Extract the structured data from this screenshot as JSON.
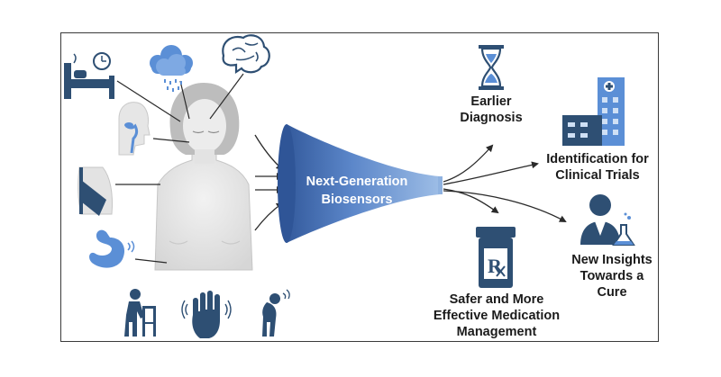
{
  "funnel": {
    "line1": "Next-Generation",
    "line2": "Biosensors"
  },
  "outcomes": {
    "earlier_diagnosis": [
      "Earlier",
      "Diagnosis"
    ],
    "clinical_trials": [
      "Identification for",
      "Clinical Trials"
    ],
    "cure": [
      "New Insights",
      "Towards a Cure"
    ],
    "medication": [
      "Safer and More",
      "Effective Medication",
      "Management"
    ],
    "rx_symbol": "R"
  },
  "icons": {
    "inputs": [
      "bed-clock-icon",
      "weather-cloud-icon",
      "brain-icon",
      "head-airway-icon",
      "back-posture-icon",
      "stomach-icon",
      "walker-person-icon",
      "tremor-hand-icon",
      "hunched-person-icon"
    ],
    "outputs": [
      "hourglass-icon",
      "hospital-building-icon",
      "pill-bottle-icon",
      "scientist-icon"
    ]
  },
  "colors": {
    "icon_blue": "#2e4f73",
    "icon_light_blue": "#5b8fd6",
    "funnel_dark": "#2f5597",
    "funnel_light": "#8fb2e0",
    "body_gray": "#e6e6e6"
  }
}
